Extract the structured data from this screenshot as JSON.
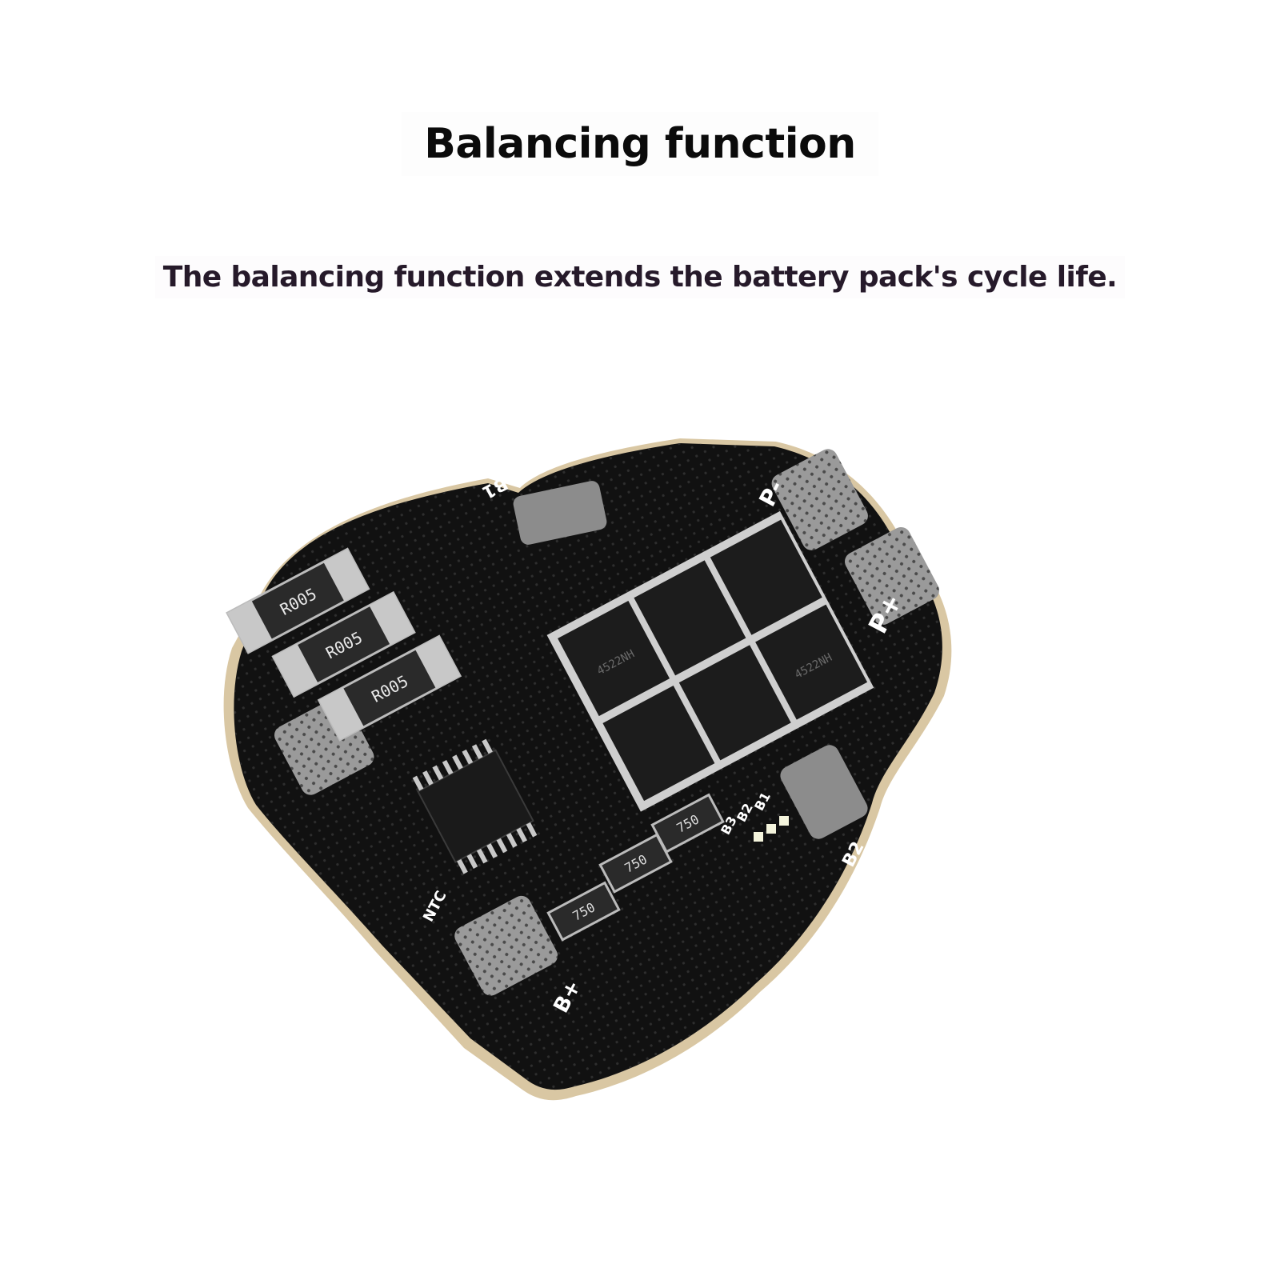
{
  "heading": {
    "title": "Balancing function",
    "subtitle": "The balancing function extends the battery pack's cycle life."
  },
  "board": {
    "pad_labels": [
      "B1",
      "P-",
      "P+",
      "B2",
      "B+",
      "NTC"
    ],
    "resistor_marking": "R005",
    "small_resistor_marking": "750",
    "mosfet_marking": "4522NH",
    "balance_labels": [
      "B1",
      "B2",
      "B3"
    ],
    "colors": {
      "pcb": "#111111",
      "pad": "#8a8a8a",
      "edge": "#d9c7a3",
      "led": "#f4f4dc"
    }
  }
}
